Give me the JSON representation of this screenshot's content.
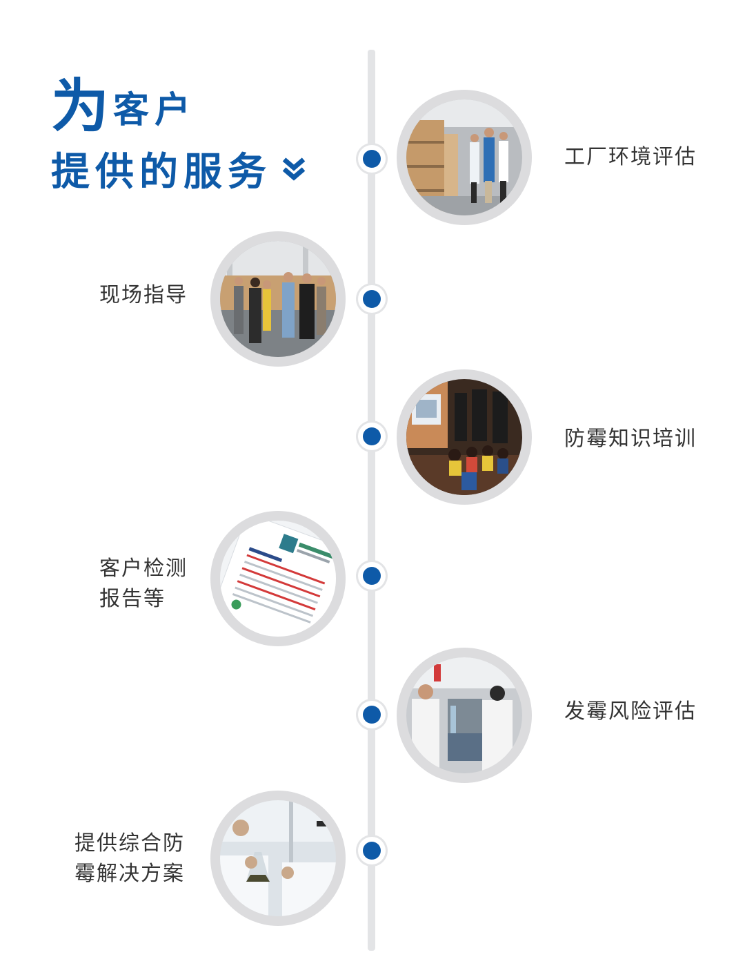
{
  "title": {
    "big_char": "为",
    "line1_rest": "客户",
    "line2": "提供的服务"
  },
  "colors": {
    "brand_blue": "#0e5aa8",
    "spine_gray": "#e3e4e6",
    "text": "#333333"
  },
  "items": [
    {
      "label": "工厂环境评估",
      "photo": "factory-inspection-photo"
    },
    {
      "label": "现场指导",
      "photo": "onsite-guidance-photo"
    },
    {
      "label": "防霉知识培训",
      "photo": "training-session-photo"
    },
    {
      "label_lines": [
        "客户检测",
        "报告等"
      ],
      "photo": "test-report-photo"
    },
    {
      "label": "发霉风险评估",
      "photo": "lab-assessment-photo"
    },
    {
      "label_lines": [
        "提供综合防",
        "霉解决方案"
      ],
      "photo": "lab-flask-photo"
    }
  ]
}
